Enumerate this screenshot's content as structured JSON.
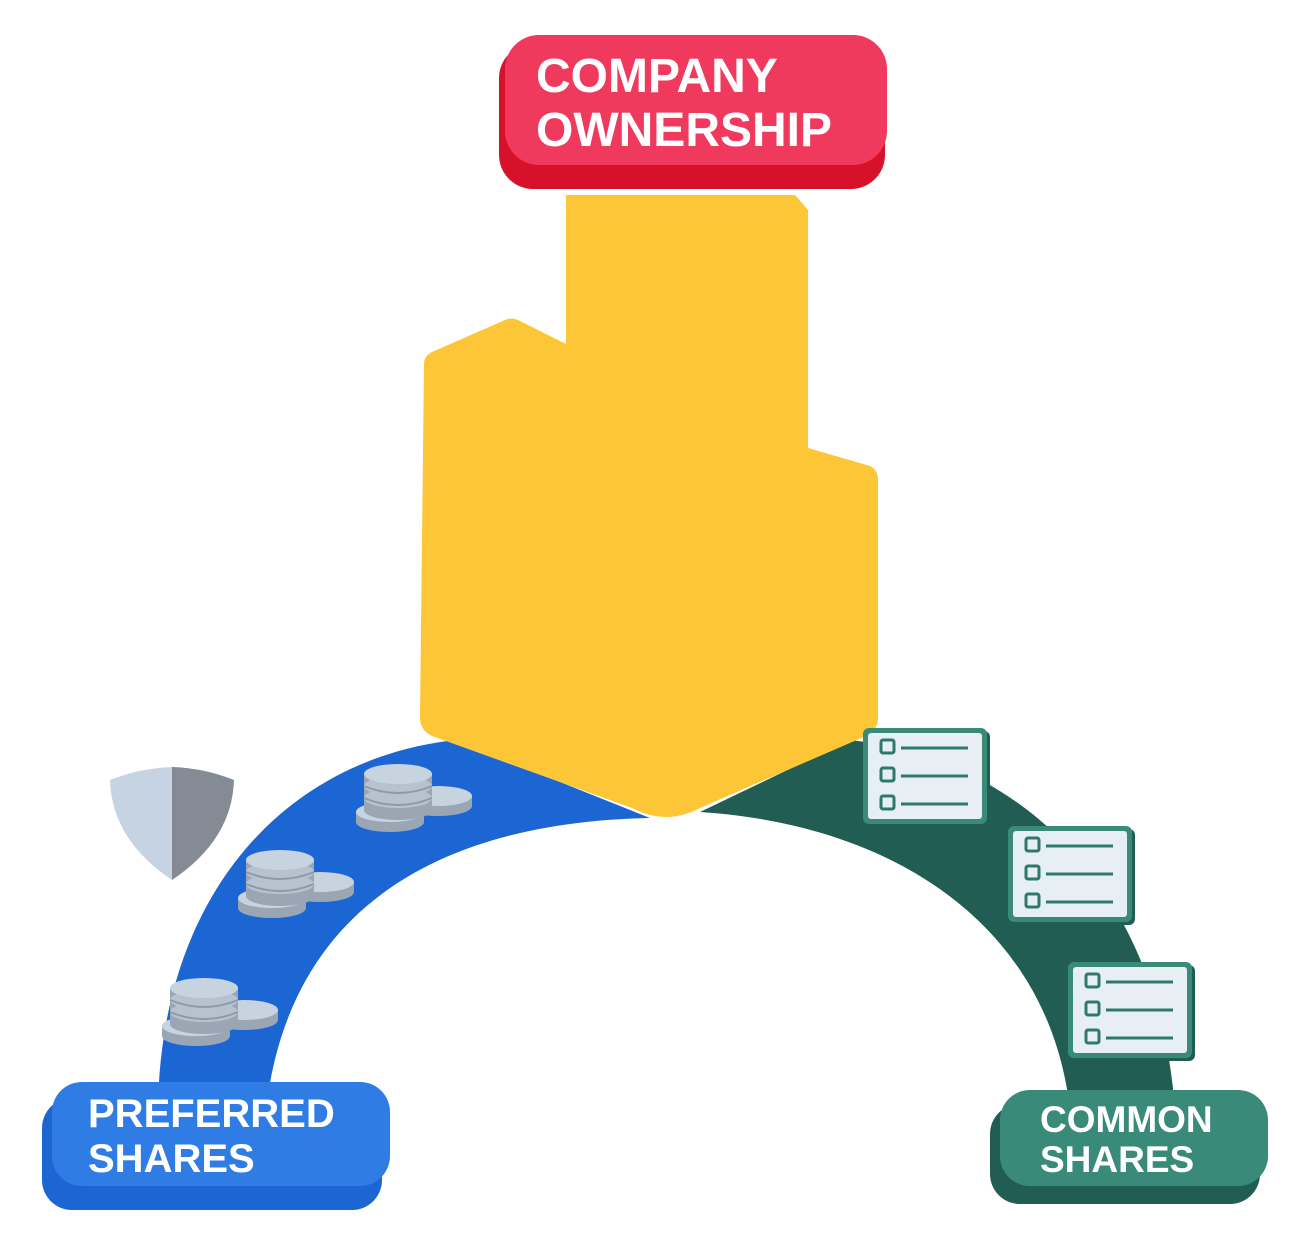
{
  "title": {
    "line1": "COMPANY",
    "line2": "OWNERSHIP"
  },
  "branches": {
    "preferred": {
      "line1": "PREFERRED",
      "line2": "SHARES",
      "icon": "coin-stack-icon",
      "extra_icon": "shield-icon"
    },
    "common": {
      "line1": "COMMON",
      "line2": "SHARES",
      "icon": "checklist-document-icon"
    }
  },
  "colors": {
    "title_badge": "#ef3a5d",
    "title_shadow": "#d8112a",
    "building": "#fcc636",
    "preferred": "#2f7de4",
    "preferred_dark": "#1b66d2",
    "common": "#3a8a7a",
    "common_dark": "#215d53",
    "coin": "#c8d3e0",
    "shield_light": "#c6d3e2",
    "shield_dark": "#848b94"
  }
}
